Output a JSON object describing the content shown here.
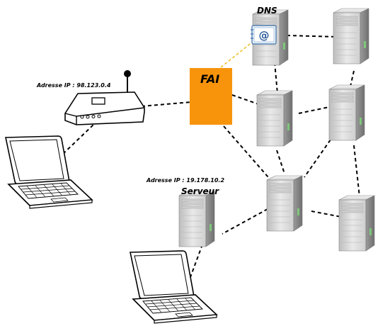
{
  "labels": {
    "router_ip": "Adresse IP : 98.123.0.4",
    "server_ip": "Adresse IP : 19.178.10.2",
    "server": "Serveur",
    "dns": "DNS",
    "fai": "FAI"
  },
  "colors": {
    "fai_box": "#f7940c",
    "dns_link": "#f2c12e",
    "server_dark": "#8a8a8a",
    "server_light": "#e6e6e6",
    "link": "#000000"
  },
  "icons": {
    "dns_badge": "at-sign-icon"
  }
}
